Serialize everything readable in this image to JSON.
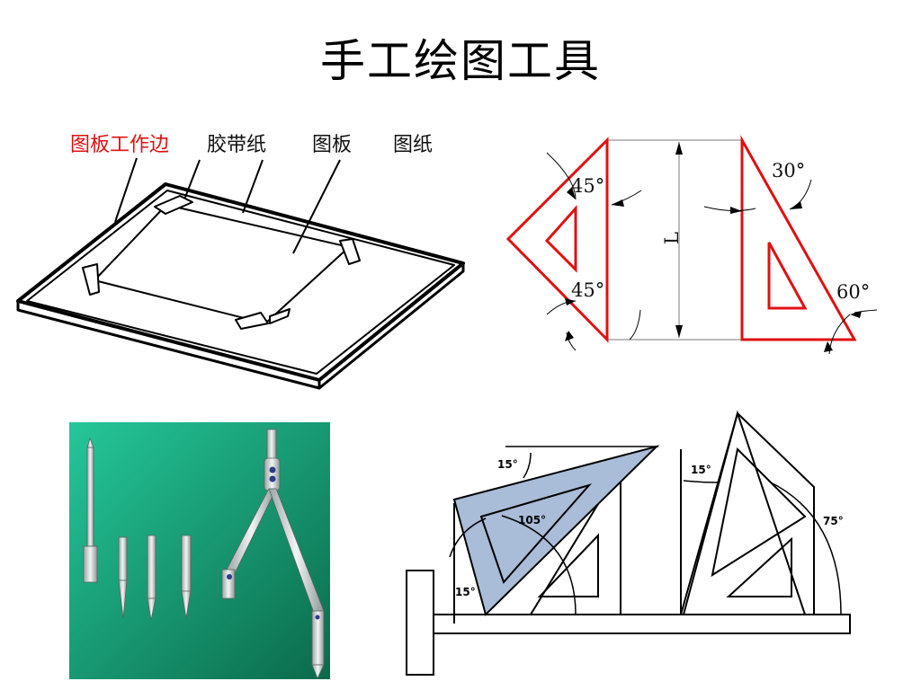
{
  "title": "手工绘图工具",
  "board_labels": {
    "working_edge": "图板工作边",
    "tape": "胶带纸",
    "board": "图板",
    "paper": "图纸"
  },
  "triangles_angles": {
    "left_top": "45°",
    "left_bottom": "45°",
    "length": "L",
    "right_top": "30°",
    "right_bottom": "60°"
  },
  "tsquare_angles": {
    "a15_top": "15°",
    "a105": "105°",
    "a15_left": "15°",
    "a15_right": "15°",
    "a75": "75°"
  },
  "colors": {
    "triangle_outline": "#e01010",
    "compass_bg": "#1a8a6a",
    "triangle_fill": "#a9bcd8"
  }
}
